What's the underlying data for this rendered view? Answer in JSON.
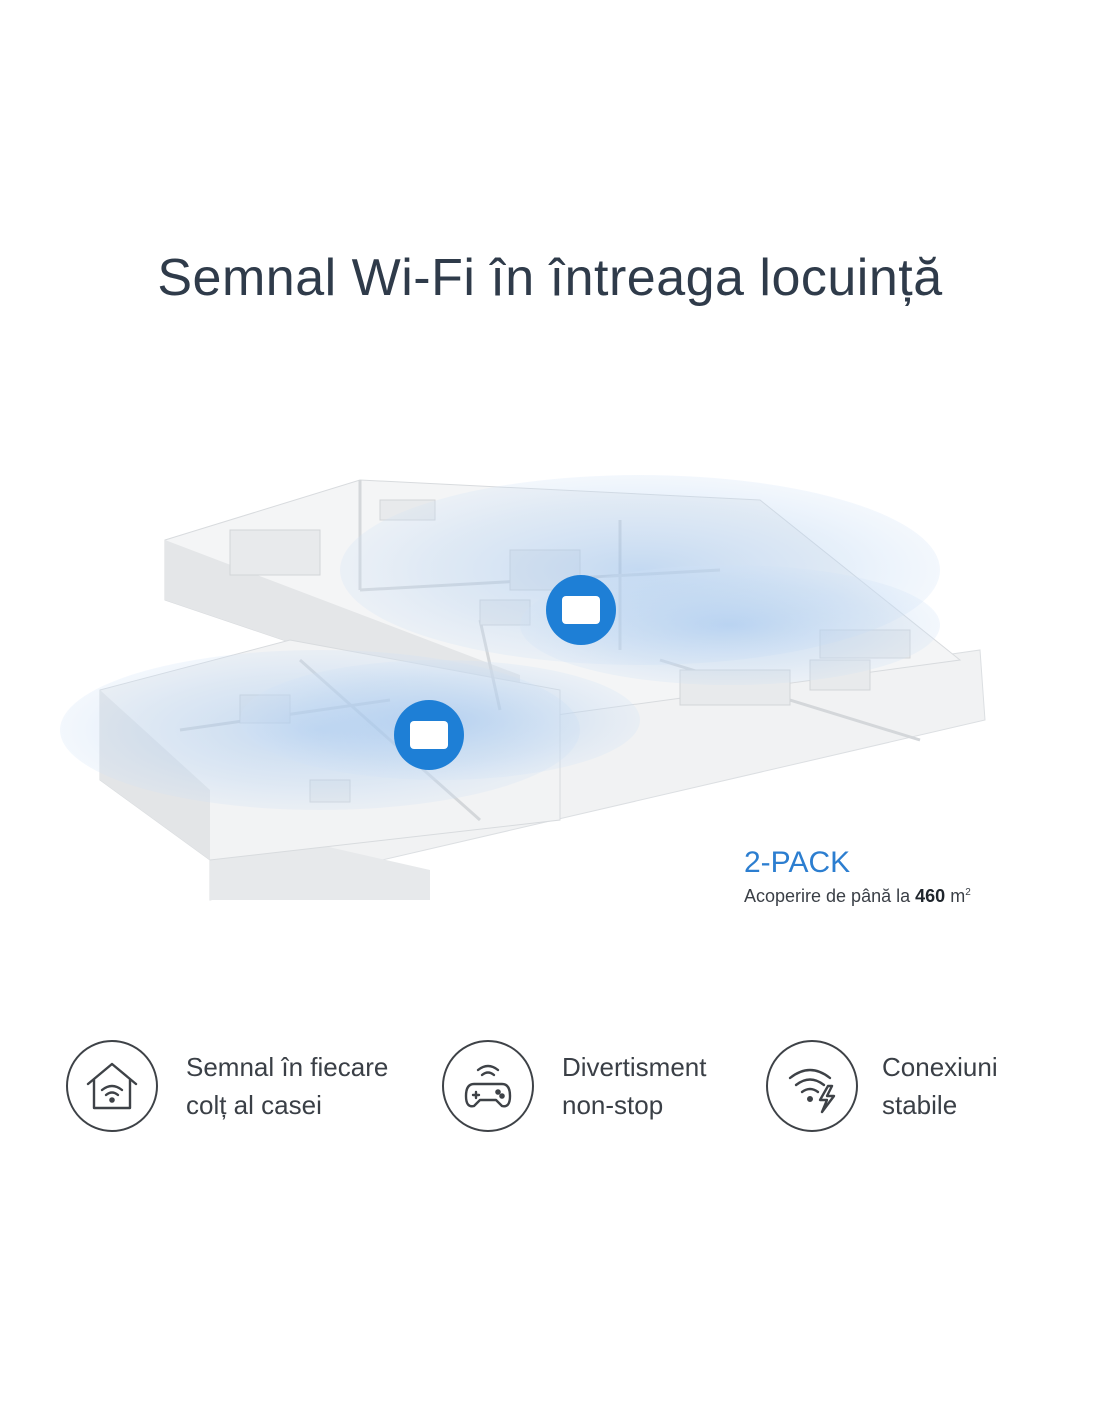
{
  "headline": "Semnal Wi-Fi în întreaga locuință",
  "coverage": {
    "pack": "2-PACK",
    "prefix": "Acoperire de până la",
    "value": "460",
    "unit": "m",
    "unit_sup": "2"
  },
  "features": [
    {
      "icon": "house-wifi-icon",
      "line1": "Semnal în fiecare",
      "line2": "colț al casei"
    },
    {
      "icon": "gamepad-wifi-icon",
      "line1": "Divertisment",
      "line2": "non-stop"
    },
    {
      "icon": "wifi-bolt-icon",
      "line1": "Conexiuni",
      "line2": "stabile"
    }
  ],
  "colors": {
    "accent": "#2c7ed0",
    "router_badge": "#1e7fd6",
    "headline": "#2f3b4a",
    "icon_stroke": "#3e4247"
  }
}
